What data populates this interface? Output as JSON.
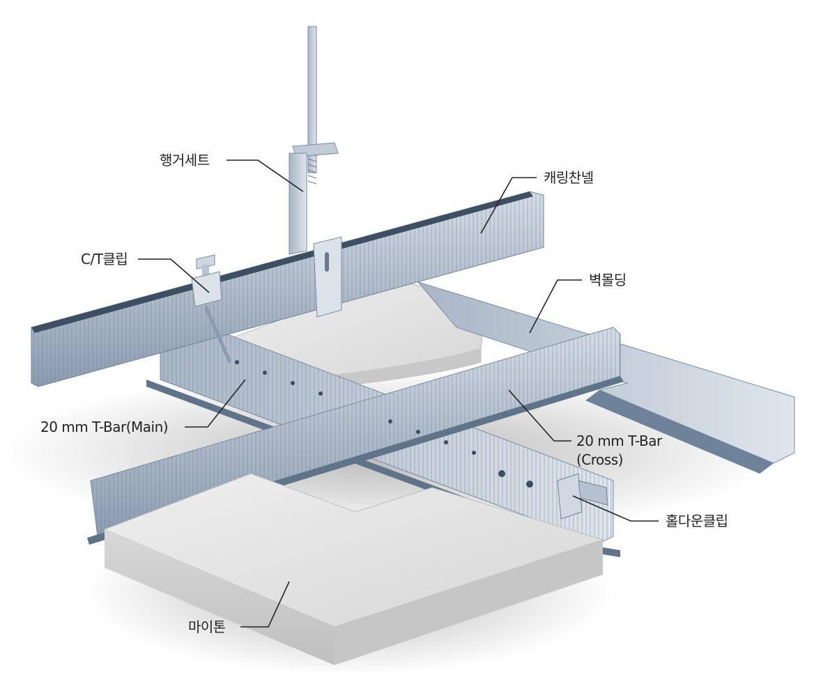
{
  "labels": {
    "hanger_set": "행거세트",
    "carrying_channel": "캐링찬넬",
    "ct_clip": "C/T클립",
    "wall_molding": "벽몰딩",
    "tbar_main": "20 mm T-Bar(Main)",
    "tbar_cross_line1": "20 mm T-Bar",
    "tbar_cross_line2": "(Cross)",
    "holddown_clip": "홀다운클립",
    "mytone": "마이톤"
  },
  "colors": {
    "steel_light": "#c9d3de",
    "steel_mid": "#9eaebe",
    "steel_dark": "#7a8ba0",
    "panel_top": "#e6e6e6",
    "panel_side": "#cfcfcf",
    "leader_line": "#222222"
  }
}
